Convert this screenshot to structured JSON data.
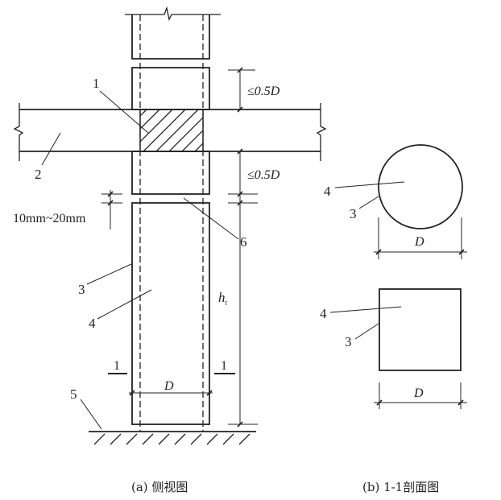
{
  "side_view": {
    "labels": {
      "l1": "1",
      "l2": "2",
      "l3": "3",
      "l4": "4",
      "l5": "5",
      "l6": "6"
    },
    "dim_top": "≤0.5D",
    "dim_bottom": "≤0.5D",
    "gap": "10mm~20mm",
    "height_symbol": "h",
    "height_sub": "t",
    "width": "D",
    "section_left": "1",
    "section_right": "1",
    "caption": "(a)  侧视图"
  },
  "section_view": {
    "circle": {
      "l4": "4",
      "l3": "3",
      "width": "D"
    },
    "square": {
      "l4": "4",
      "l3": "3",
      "width": "D"
    },
    "caption": "(b)  1-1剖面图"
  }
}
